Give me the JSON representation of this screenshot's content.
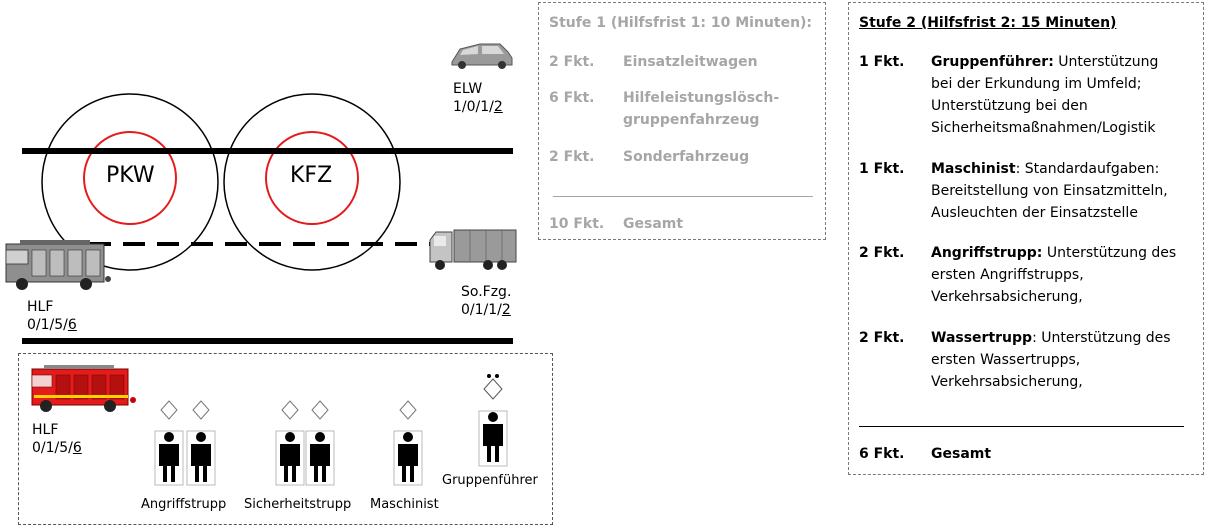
{
  "roads": {
    "circle_left_label": "PKW",
    "circle_right_label": "KFZ"
  },
  "vehicles": {
    "elw": {
      "name": "ELW",
      "numbers_prefix": "1/0/1/",
      "numbers_last": "2"
    },
    "hlf_top": {
      "name": "HLF",
      "numbers_prefix": "0/1/5/",
      "numbers_last": "6"
    },
    "sofzg": {
      "name": "So.Fzg.",
      "numbers_prefix": "0/1/1/",
      "numbers_last": "2"
    },
    "hlf_crew": {
      "name": "HLF",
      "numbers_prefix": "0/1/5/",
      "numbers_last": "6"
    }
  },
  "crew": {
    "angriffstrupp": "Angriffstrupp",
    "sicherheitstrupp": "Sicherheitstrupp",
    "maschinist": "Maschinist",
    "gruppenfuehrer": "Gruppenführer"
  },
  "stufe1": {
    "title": "Stufe 1 (Hilfsfrist 1: 10 Minuten):",
    "rows": [
      {
        "count": "2 Fkt.",
        "text": "Einsatzleitwagen"
      },
      {
        "count": "6 Fkt.",
        "text_line1": "Hilfeleistungslösch-",
        "text_line2": "gruppenfahrzeug"
      },
      {
        "count": "2 Fkt.",
        "text": "Sonderfahrzeug"
      }
    ],
    "total_count": "10 Fkt.",
    "total_text": "Gesamt"
  },
  "stufe2": {
    "title": "Stufe 2 (Hilfsfrist 2: 15 Minuten)",
    "rows": [
      {
        "count": "1 Fkt.",
        "role": "Gruppenführer:",
        "lines": [
          " Unterstützung",
          "bei der Erkundung im Umfeld;",
          "Unterstützung bei den",
          "Sicherheitsmaßnahmen/Logistik"
        ]
      },
      {
        "count": "1 Fkt.",
        "role": "Maschinist",
        "lines": [
          ": Standardaufgaben:",
          "Bereitstellung von Einsatzmitteln,",
          "Ausleuchten der Einsatzstelle"
        ]
      },
      {
        "count": "2 Fkt.",
        "role": "Angriffstrupp:",
        "lines": [
          " Unterstützung des",
          "ersten Angriffstrupps,",
          "Verkehrsabsicherung,"
        ]
      },
      {
        "count": "2 Fkt.",
        "role": "Wassertrupp",
        "lines": [
          ": Unterstützung des",
          "ersten Wassertrupps,",
          "Verkehrsabsicherung,"
        ]
      }
    ],
    "total_count": "6 Fkt.",
    "total_text": "Gesamt"
  },
  "colors": {
    "red": "#e31b1b",
    "grey_text": "#a6a6a6",
    "road": "#000000"
  }
}
